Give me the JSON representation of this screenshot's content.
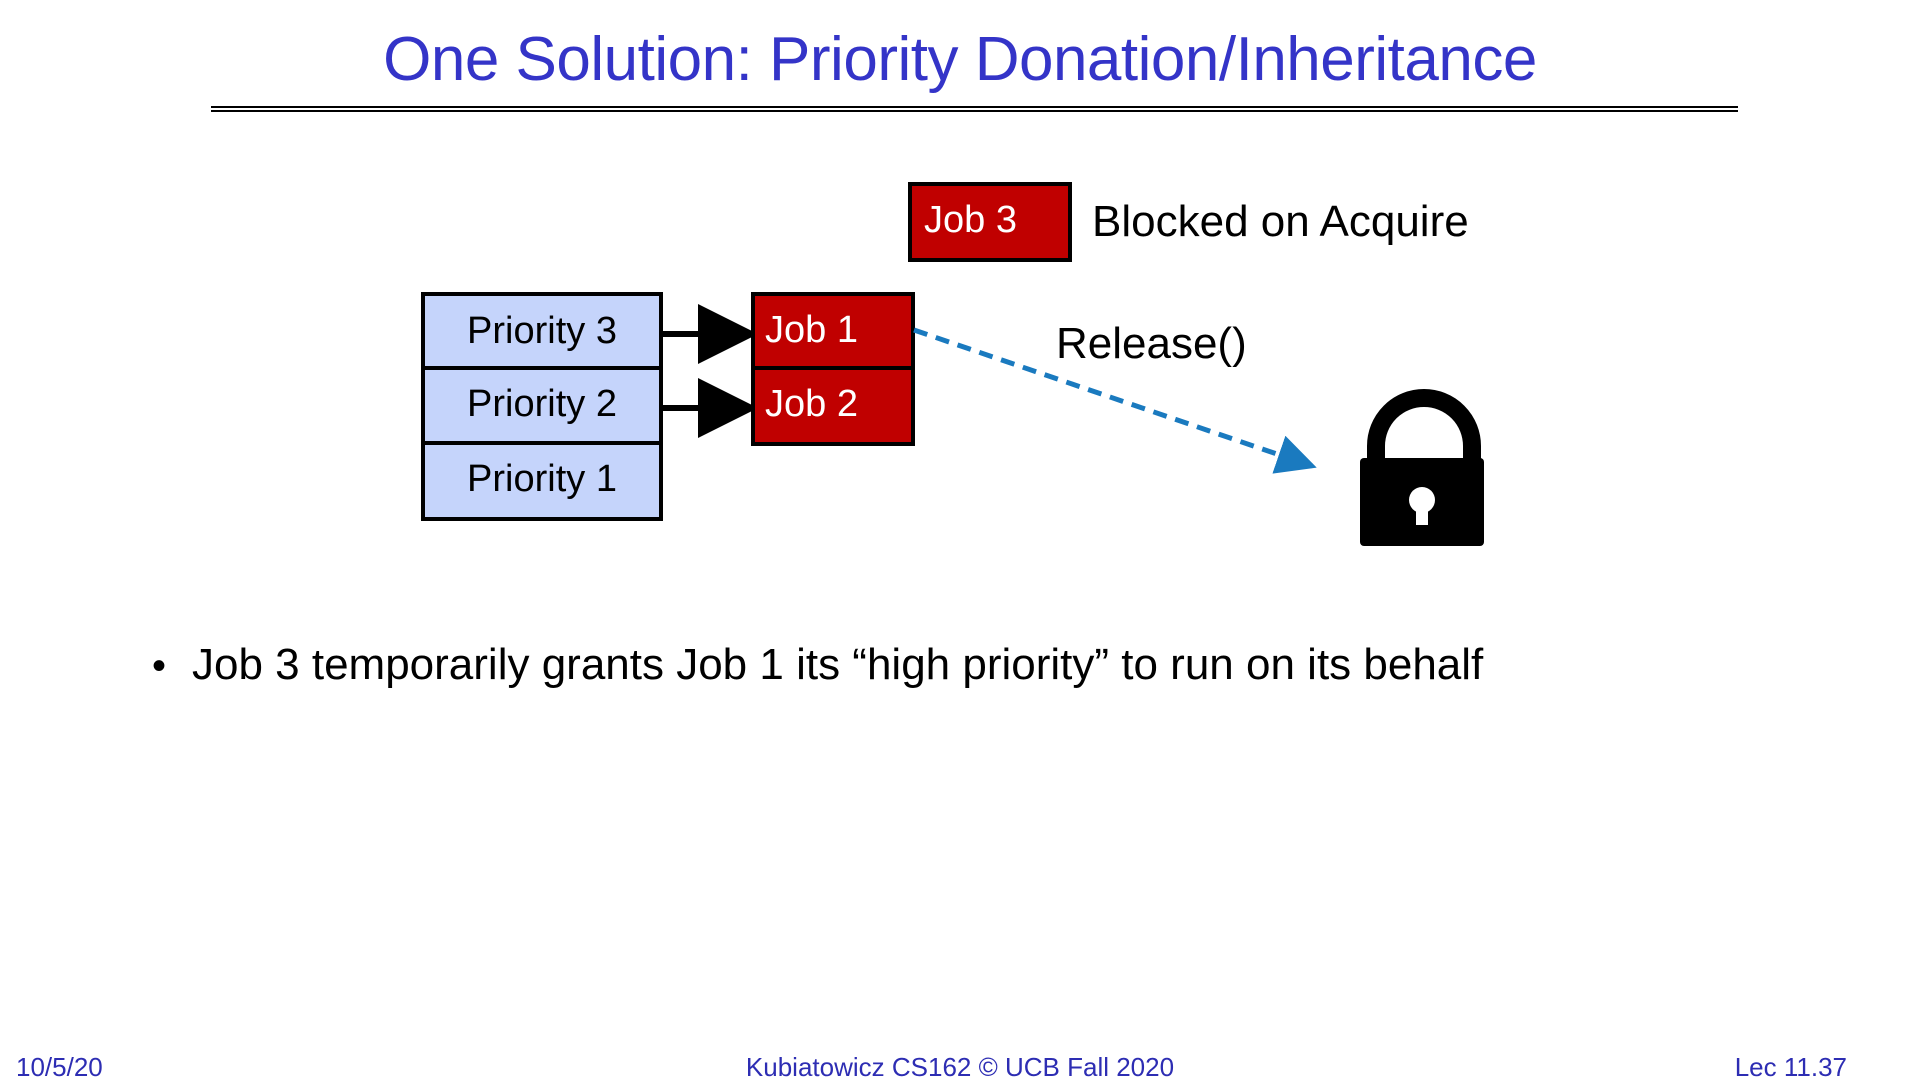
{
  "title": "One Solution: Priority Donation/Inheritance",
  "legend": {
    "job_label": "Job 3",
    "status_label": "Blocked on Acquire"
  },
  "priority_queue": [
    {
      "label": "Priority 3"
    },
    {
      "label": "Priority 2"
    },
    {
      "label": "Priority 1"
    }
  ],
  "jobs": [
    {
      "label": "Job 1"
    },
    {
      "label": "Job 2"
    }
  ],
  "release_label": "Release()",
  "lock_icon": "padlock-icon",
  "bullet": "Job 3 temporarily grants Job 1 its “high priority” to run on its behalf",
  "footer": {
    "date": "10/5/20",
    "course": "Kubiatowicz CS162 © UCB Fall 2020",
    "lecture": "Lec 11.37"
  },
  "colors": {
    "title": "#3434c8",
    "priority_box": "#c5d4fb",
    "job_box": "#c00000",
    "arrow_dashed": "#1a7abf"
  }
}
